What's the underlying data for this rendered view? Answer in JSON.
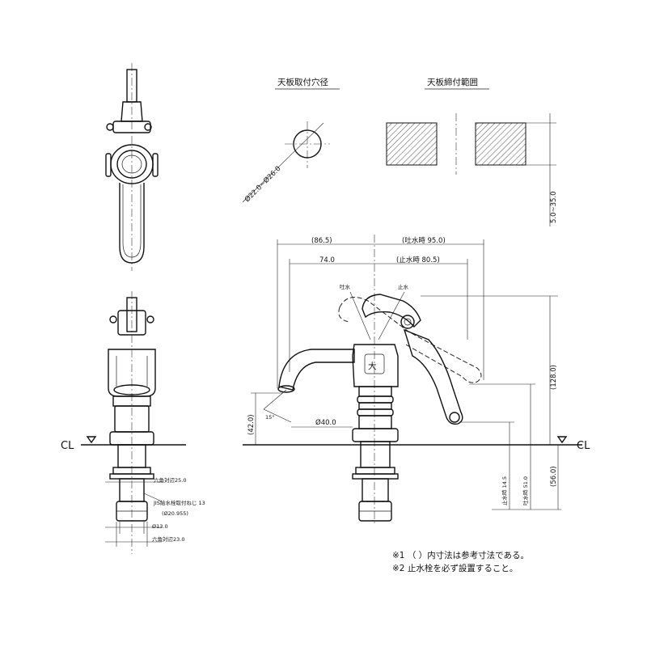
{
  "labels": {
    "top_hole": "天板取付穴径",
    "clamp_range": "天板締付範囲",
    "hole_dia": "Ø22.0~Ø26.0",
    "clamp_dim": "5.0~35.0",
    "dim_86_5": "(86.5)",
    "dim_95": "(吐水時 95.0)",
    "dim_74": "74.0",
    "dim_80_5": "(止水時 80.5)",
    "spout_label": "吐水",
    "stop_label": "止水",
    "dim_128": "(128.0)",
    "dim_42": "(42.0)",
    "angle_15": "15°",
    "dia_40": "Ø40.0",
    "cl_left": "CL",
    "cl_right": "CL",
    "stop_14_5": "止水時 14.5",
    "spout_51": "吐水時 51.0",
    "dim_56": "(56.0)",
    "hex_25": "六角対辺25.0",
    "jis_thread": "JIS給水栓取付ねじ 13",
    "thread_dia": "(Ø20.955)",
    "dia_13": "Ø13.0",
    "hex_23": "六角対辺23.0",
    "note1": "※1 （ ）内寸法は参考寸法である。",
    "note2": "※2 止水栓を必ず設置すること。"
  }
}
